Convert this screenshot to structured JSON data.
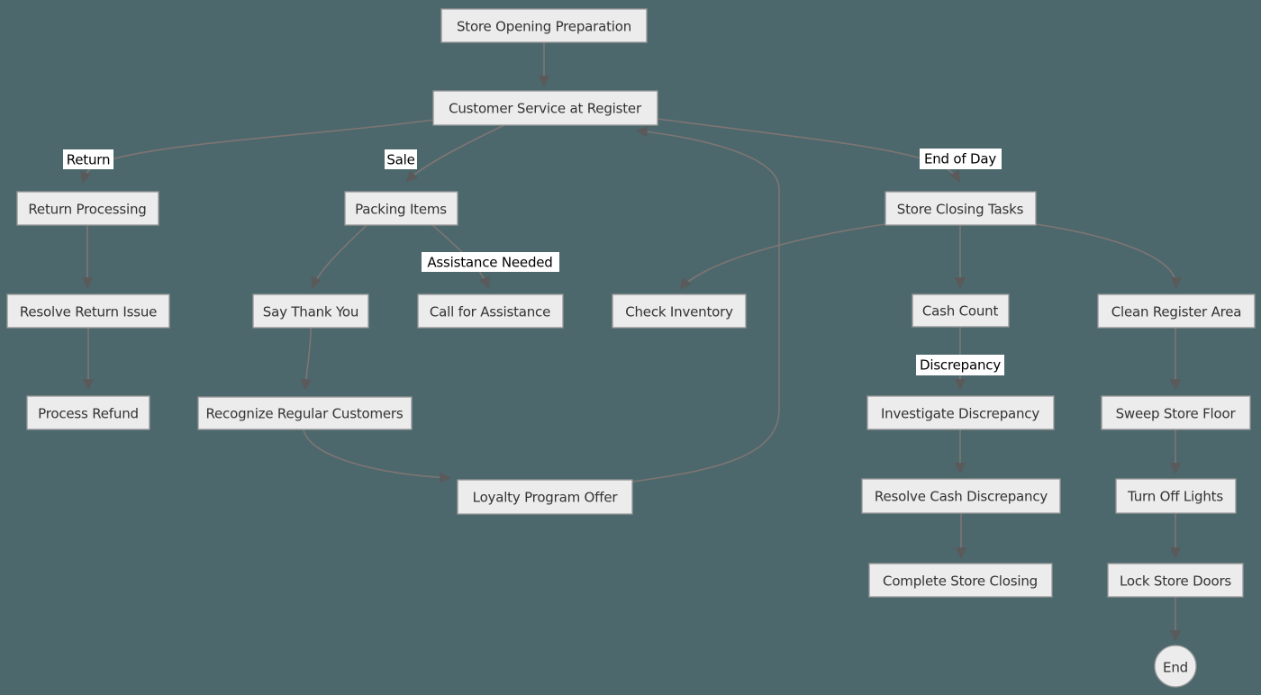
{
  "diagram": {
    "type": "flowchart",
    "direction": "top-down",
    "colors": {
      "background": "#4c686d",
      "node_fill": "#ececec",
      "node_border": "#979797",
      "node_text": "#333333",
      "edge": "#7e7573",
      "arrowhead": "#5a5a5a",
      "edge_label_background": "#ffffff",
      "edge_label_text": "#000000"
    },
    "nodes": {
      "store_opening": {
        "label": "Store Opening Preparation",
        "shape": "rect"
      },
      "customer_service": {
        "label": "Customer Service at Register",
        "shape": "rect"
      },
      "return_processing": {
        "label": "Return Processing",
        "shape": "rect"
      },
      "packing_items": {
        "label": "Packing Items",
        "shape": "rect"
      },
      "store_closing_tasks": {
        "label": "Store Closing Tasks",
        "shape": "rect"
      },
      "resolve_return_issue": {
        "label": "Resolve Return Issue",
        "shape": "rect"
      },
      "say_thank_you": {
        "label": "Say Thank You",
        "shape": "rect"
      },
      "call_for_assistance": {
        "label": "Call for Assistance",
        "shape": "rect"
      },
      "check_inventory": {
        "label": "Check Inventory",
        "shape": "rect"
      },
      "cash_count": {
        "label": "Cash Count",
        "shape": "rect"
      },
      "clean_register_area": {
        "label": "Clean Register Area",
        "shape": "rect"
      },
      "process_refund": {
        "label": "Process Refund",
        "shape": "rect"
      },
      "recognize_regular_customers": {
        "label": "Recognize Regular Customers",
        "shape": "rect"
      },
      "investigate_discrepancy": {
        "label": "Investigate Discrepancy",
        "shape": "rect"
      },
      "sweep_store_floor": {
        "label": "Sweep Store Floor",
        "shape": "rect"
      },
      "loyalty_program_offer": {
        "label": "Loyalty Program Offer",
        "shape": "rect"
      },
      "resolve_cash_discrepancy": {
        "label": "Resolve Cash Discrepancy",
        "shape": "rect"
      },
      "turn_off_lights": {
        "label": "Turn Off Lights",
        "shape": "rect"
      },
      "complete_store_closing": {
        "label": "Complete Store Closing",
        "shape": "rect"
      },
      "lock_store_doors": {
        "label": "Lock Store Doors",
        "shape": "rect"
      },
      "end": {
        "label": "End",
        "shape": "circle"
      }
    },
    "edge_labels": {
      "return": "Return",
      "sale": "Sale",
      "end_of_day": "End of Day",
      "assistance_needed": "Assistance Needed",
      "discrepancy": "Discrepancy"
    },
    "edges": [
      {
        "from": "Store Opening Preparation",
        "to": "Customer Service at Register",
        "label": ""
      },
      {
        "from": "Customer Service at Register",
        "to": "Return Processing",
        "label": "Return"
      },
      {
        "from": "Customer Service at Register",
        "to": "Packing Items",
        "label": "Sale"
      },
      {
        "from": "Customer Service at Register",
        "to": "Store Closing Tasks",
        "label": "End of Day"
      },
      {
        "from": "Return Processing",
        "to": "Resolve Return Issue",
        "label": ""
      },
      {
        "from": "Resolve Return Issue",
        "to": "Process Refund",
        "label": ""
      },
      {
        "from": "Packing Items",
        "to": "Say Thank You",
        "label": ""
      },
      {
        "from": "Packing Items",
        "to": "Call for Assistance",
        "label": "Assistance Needed"
      },
      {
        "from": "Say Thank You",
        "to": "Recognize Regular Customers",
        "label": ""
      },
      {
        "from": "Recognize Regular Customers",
        "to": "Loyalty Program Offer",
        "label": ""
      },
      {
        "from": "Loyalty Program Offer",
        "to": "Customer Service at Register",
        "label": ""
      },
      {
        "from": "Store Closing Tasks",
        "to": "Check Inventory",
        "label": ""
      },
      {
        "from": "Store Closing Tasks",
        "to": "Cash Count",
        "label": ""
      },
      {
        "from": "Store Closing Tasks",
        "to": "Clean Register Area",
        "label": ""
      },
      {
        "from": "Cash Count",
        "to": "Investigate Discrepancy",
        "label": "Discrepancy"
      },
      {
        "from": "Investigate Discrepancy",
        "to": "Resolve Cash Discrepancy",
        "label": ""
      },
      {
        "from": "Resolve Cash Discrepancy",
        "to": "Complete Store Closing",
        "label": ""
      },
      {
        "from": "Clean Register Area",
        "to": "Sweep Store Floor",
        "label": ""
      },
      {
        "from": "Sweep Store Floor",
        "to": "Turn Off Lights",
        "label": ""
      },
      {
        "from": "Turn Off Lights",
        "to": "Lock Store Doors",
        "label": ""
      },
      {
        "from": "Lock Store Doors",
        "to": "End",
        "label": ""
      }
    ]
  }
}
